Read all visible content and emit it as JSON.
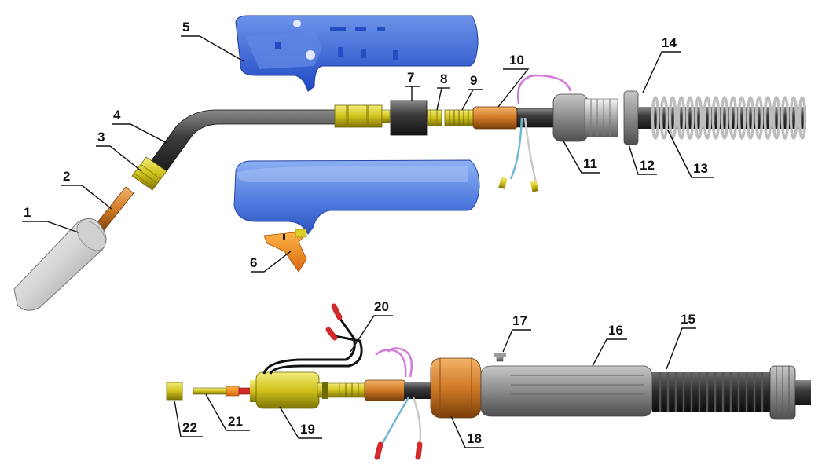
{
  "labels": {
    "l1": "1",
    "l2": "2",
    "l3": "3",
    "l4": "4",
    "l5": "5",
    "l6": "6",
    "l7": "7",
    "l8": "8",
    "l9": "9",
    "l10": "10",
    "l11": "11",
    "l12": "12",
    "l13": "13",
    "l14": "14",
    "l15": "15",
    "l16": "16",
    "l17": "17",
    "l18": "18",
    "l19": "19",
    "l20": "20",
    "l21": "21",
    "l22": "22"
  },
  "colors": {
    "handle_blue": "#3b68d6",
    "handle_light": "#7aa0ec",
    "brass": "#d8cf2a",
    "copper": "#d3822e",
    "gun_dark": "#3a3a3a",
    "nozzle": "#e2e2e2",
    "spring": "#c8c8c8",
    "rubber": "#2e2e2e",
    "wire_blue": "#6fb9d6",
    "wire_pink": "#d27ad8",
    "wire_red": "#d22a2a"
  }
}
